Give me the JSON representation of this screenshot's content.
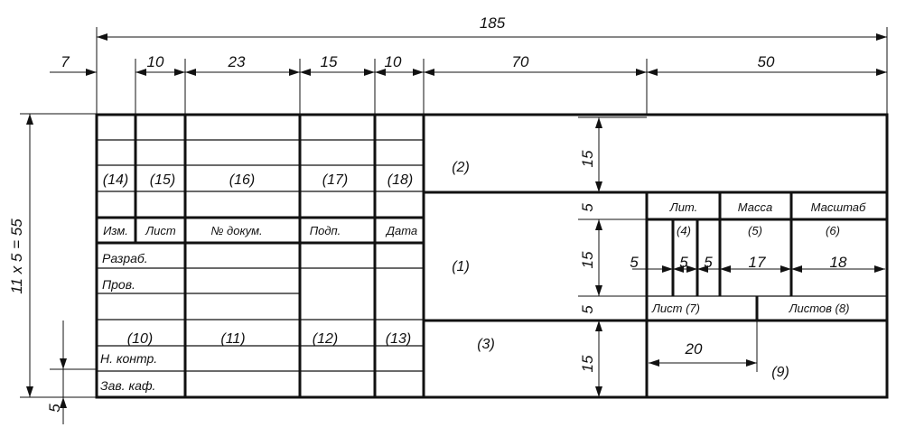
{
  "dimensions": {
    "overall_width": "185",
    "offset": "7",
    "col_widths": [
      "10",
      "23",
      "15",
      "10",
      "70",
      "50"
    ],
    "overall_height": "11 x 5 = 55",
    "bottom_offset": "5",
    "row_15_top": "15",
    "row_5_a": "5",
    "row_15_mid": "15",
    "row_5_b": "5",
    "row_15_bottom": "15",
    "lit_5a": "5",
    "lit_5b": "5",
    "lit_5c": "5",
    "mass_17": "17",
    "scale_18": "18",
    "code_20": "20"
  },
  "revision_block": {
    "numbers": [
      "(14)",
      "(15)",
      "(16)",
      "(17)",
      "(18)"
    ],
    "headers": [
      "Изм.",
      "Лист",
      "№ докум.",
      "Подп.",
      "Дата"
    ]
  },
  "signature_block": {
    "roles": [
      "Разраб.",
      "Пров.",
      "Н. контр.",
      "Зав. каф."
    ],
    "numbers": [
      "(10)",
      "(11)",
      "(12)",
      "(13)"
    ]
  },
  "fields": {
    "f1": "(1)",
    "f2": "(2)",
    "f3": "(3)",
    "f4": "(4)",
    "f5": "(5)",
    "f6": "(6)",
    "f9": "(9)"
  },
  "info_block": {
    "lit": "Лит.",
    "mass": "Масса",
    "scale": "Масштаб",
    "sheet": "Лист (7)",
    "sheets": "Листов (8)"
  }
}
